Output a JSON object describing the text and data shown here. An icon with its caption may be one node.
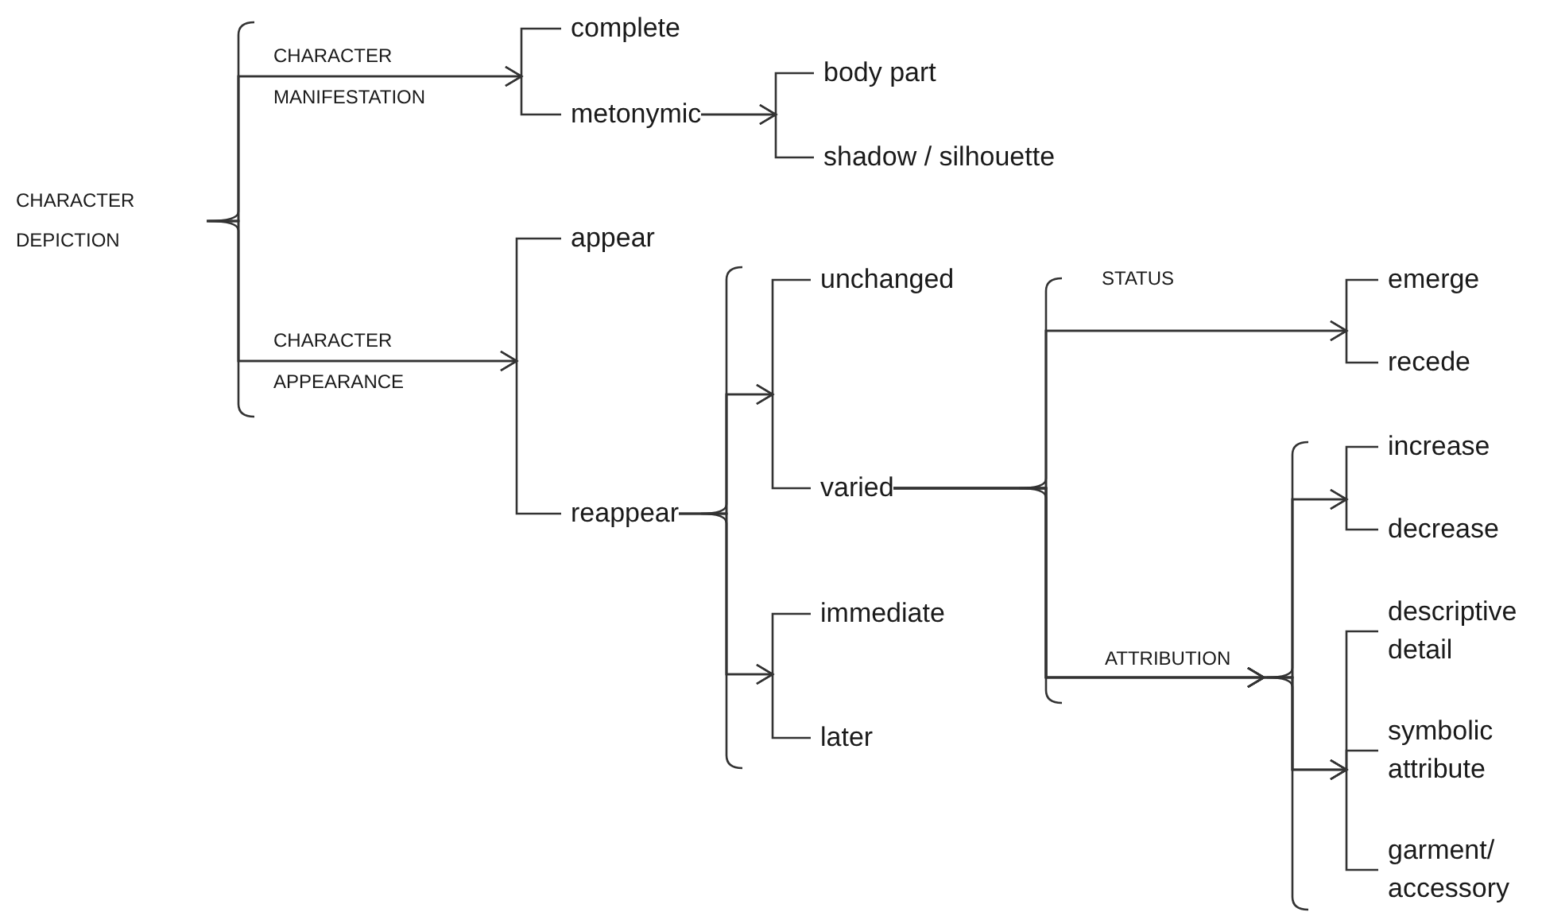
{
  "diagram": {
    "nodes": [
      {
        "text": [
          "CHARACTER DEPICTION"
        ]
      },
      {
        "text": [
          "complete"
        ]
      },
      {
        "text": [
          "metonymic"
        ]
      },
      {
        "text": [
          "body part"
        ]
      },
      {
        "text": [
          "shadow / silhouette"
        ]
      },
      {
        "text": [
          "appear"
        ]
      },
      {
        "text": [
          "reappear"
        ]
      },
      {
        "text": [
          "unchanged"
        ]
      },
      {
        "text": [
          "varied"
        ]
      },
      {
        "text": [
          "immediate"
        ]
      },
      {
        "text": [
          "later"
        ]
      },
      {
        "text": [
          "emerge"
        ]
      },
      {
        "text": [
          "recede"
        ]
      },
      {
        "text": [
          "increase"
        ]
      },
      {
        "text": [
          "decrease"
        ]
      },
      {
        "text": [
          "descriptive detail"
        ]
      },
      {
        "text": [
          "symbolic attribute"
        ]
      },
      {
        "text": [
          "garment/ accessory"
        ]
      }
    ],
    "edges": [
      {
        "from": 0,
        "to": 1,
        "arrow": "to",
        "label": "CHARACTER MANIFESTATION"
      },
      {
        "from": 0,
        "to": 2,
        "arrow": "to"
      },
      {
        "from": 0,
        "to": 5,
        "arrow": "to",
        "label": "CHARACTER APPEARANCE"
      },
      {
        "from": 0,
        "to": 6,
        "arrow": "to"
      },
      {
        "from": 2,
        "to": 3,
        "arrow": "to"
      },
      {
        "from": 2,
        "to": 4,
        "arrow": "to"
      },
      {
        "from": 6,
        "to": 7,
        "arrow": "to"
      },
      {
        "from": 6,
        "to": 8,
        "arrow": "to"
      },
      {
        "from": 6,
        "to": 9,
        "arrow": "to"
      },
      {
        "from": 6,
        "to": 10,
        "arrow": "to"
      },
      {
        "from": 8,
        "to": 11,
        "arrow": "to",
        "label": "STATUS"
      },
      {
        "from": 8,
        "to": 12,
        "arrow": "to"
      },
      {
        "from": 8,
        "to": 13,
        "arrow": "to",
        "label": "ATTRIBUTION"
      },
      {
        "from": 8,
        "to": 14,
        "arrow": "to"
      },
      {
        "from": 8,
        "to": 15,
        "arrow": "to"
      },
      {
        "from": 8,
        "to": 16,
        "arrow": "to"
      },
      {
        "from": 8,
        "to": 17,
        "arrow": "to"
      }
    ]
  }
}
